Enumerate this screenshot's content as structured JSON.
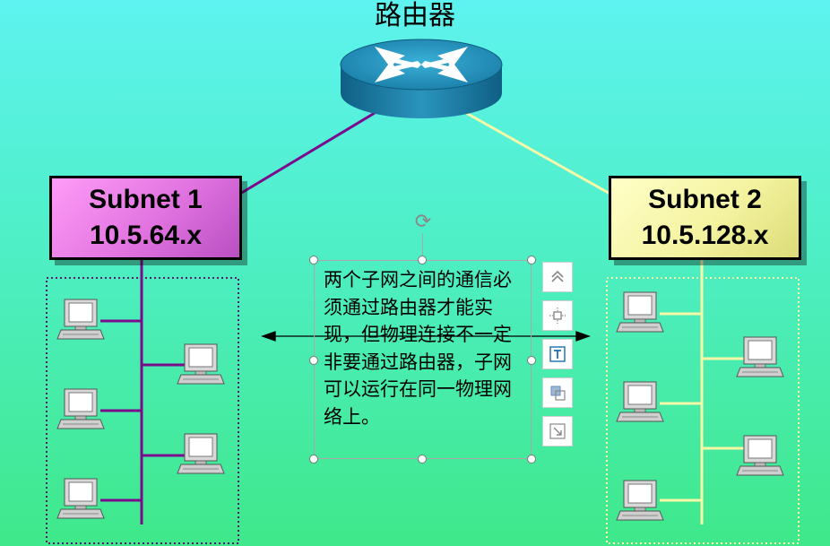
{
  "router": {
    "label": "路由器"
  },
  "subnets": [
    {
      "name": "Subnet 1",
      "address": "10.5.64.x",
      "line_color": "#7b0a8c",
      "fill": "#e67ee6"
    },
    {
      "name": "Subnet 2",
      "address": "10.5.128.x",
      "line_color": "#f7f7a8",
      "fill": "#f4f3a0"
    }
  ],
  "note": {
    "text": "两个子网之间的通信必须通过路由器才能实现，但物理连接不一定非要通过路由器，子网可以运行在同一物理网络上。"
  },
  "toolbar": {
    "icons": [
      "bring-forward-icon",
      "align-icon",
      "text-wrap-icon",
      "arrange-icon",
      "resize-icon"
    ]
  },
  "colors": {
    "background_top": "#5ef3f0",
    "background_bottom": "#3fe88a",
    "router_body": "#1b7ea5"
  }
}
